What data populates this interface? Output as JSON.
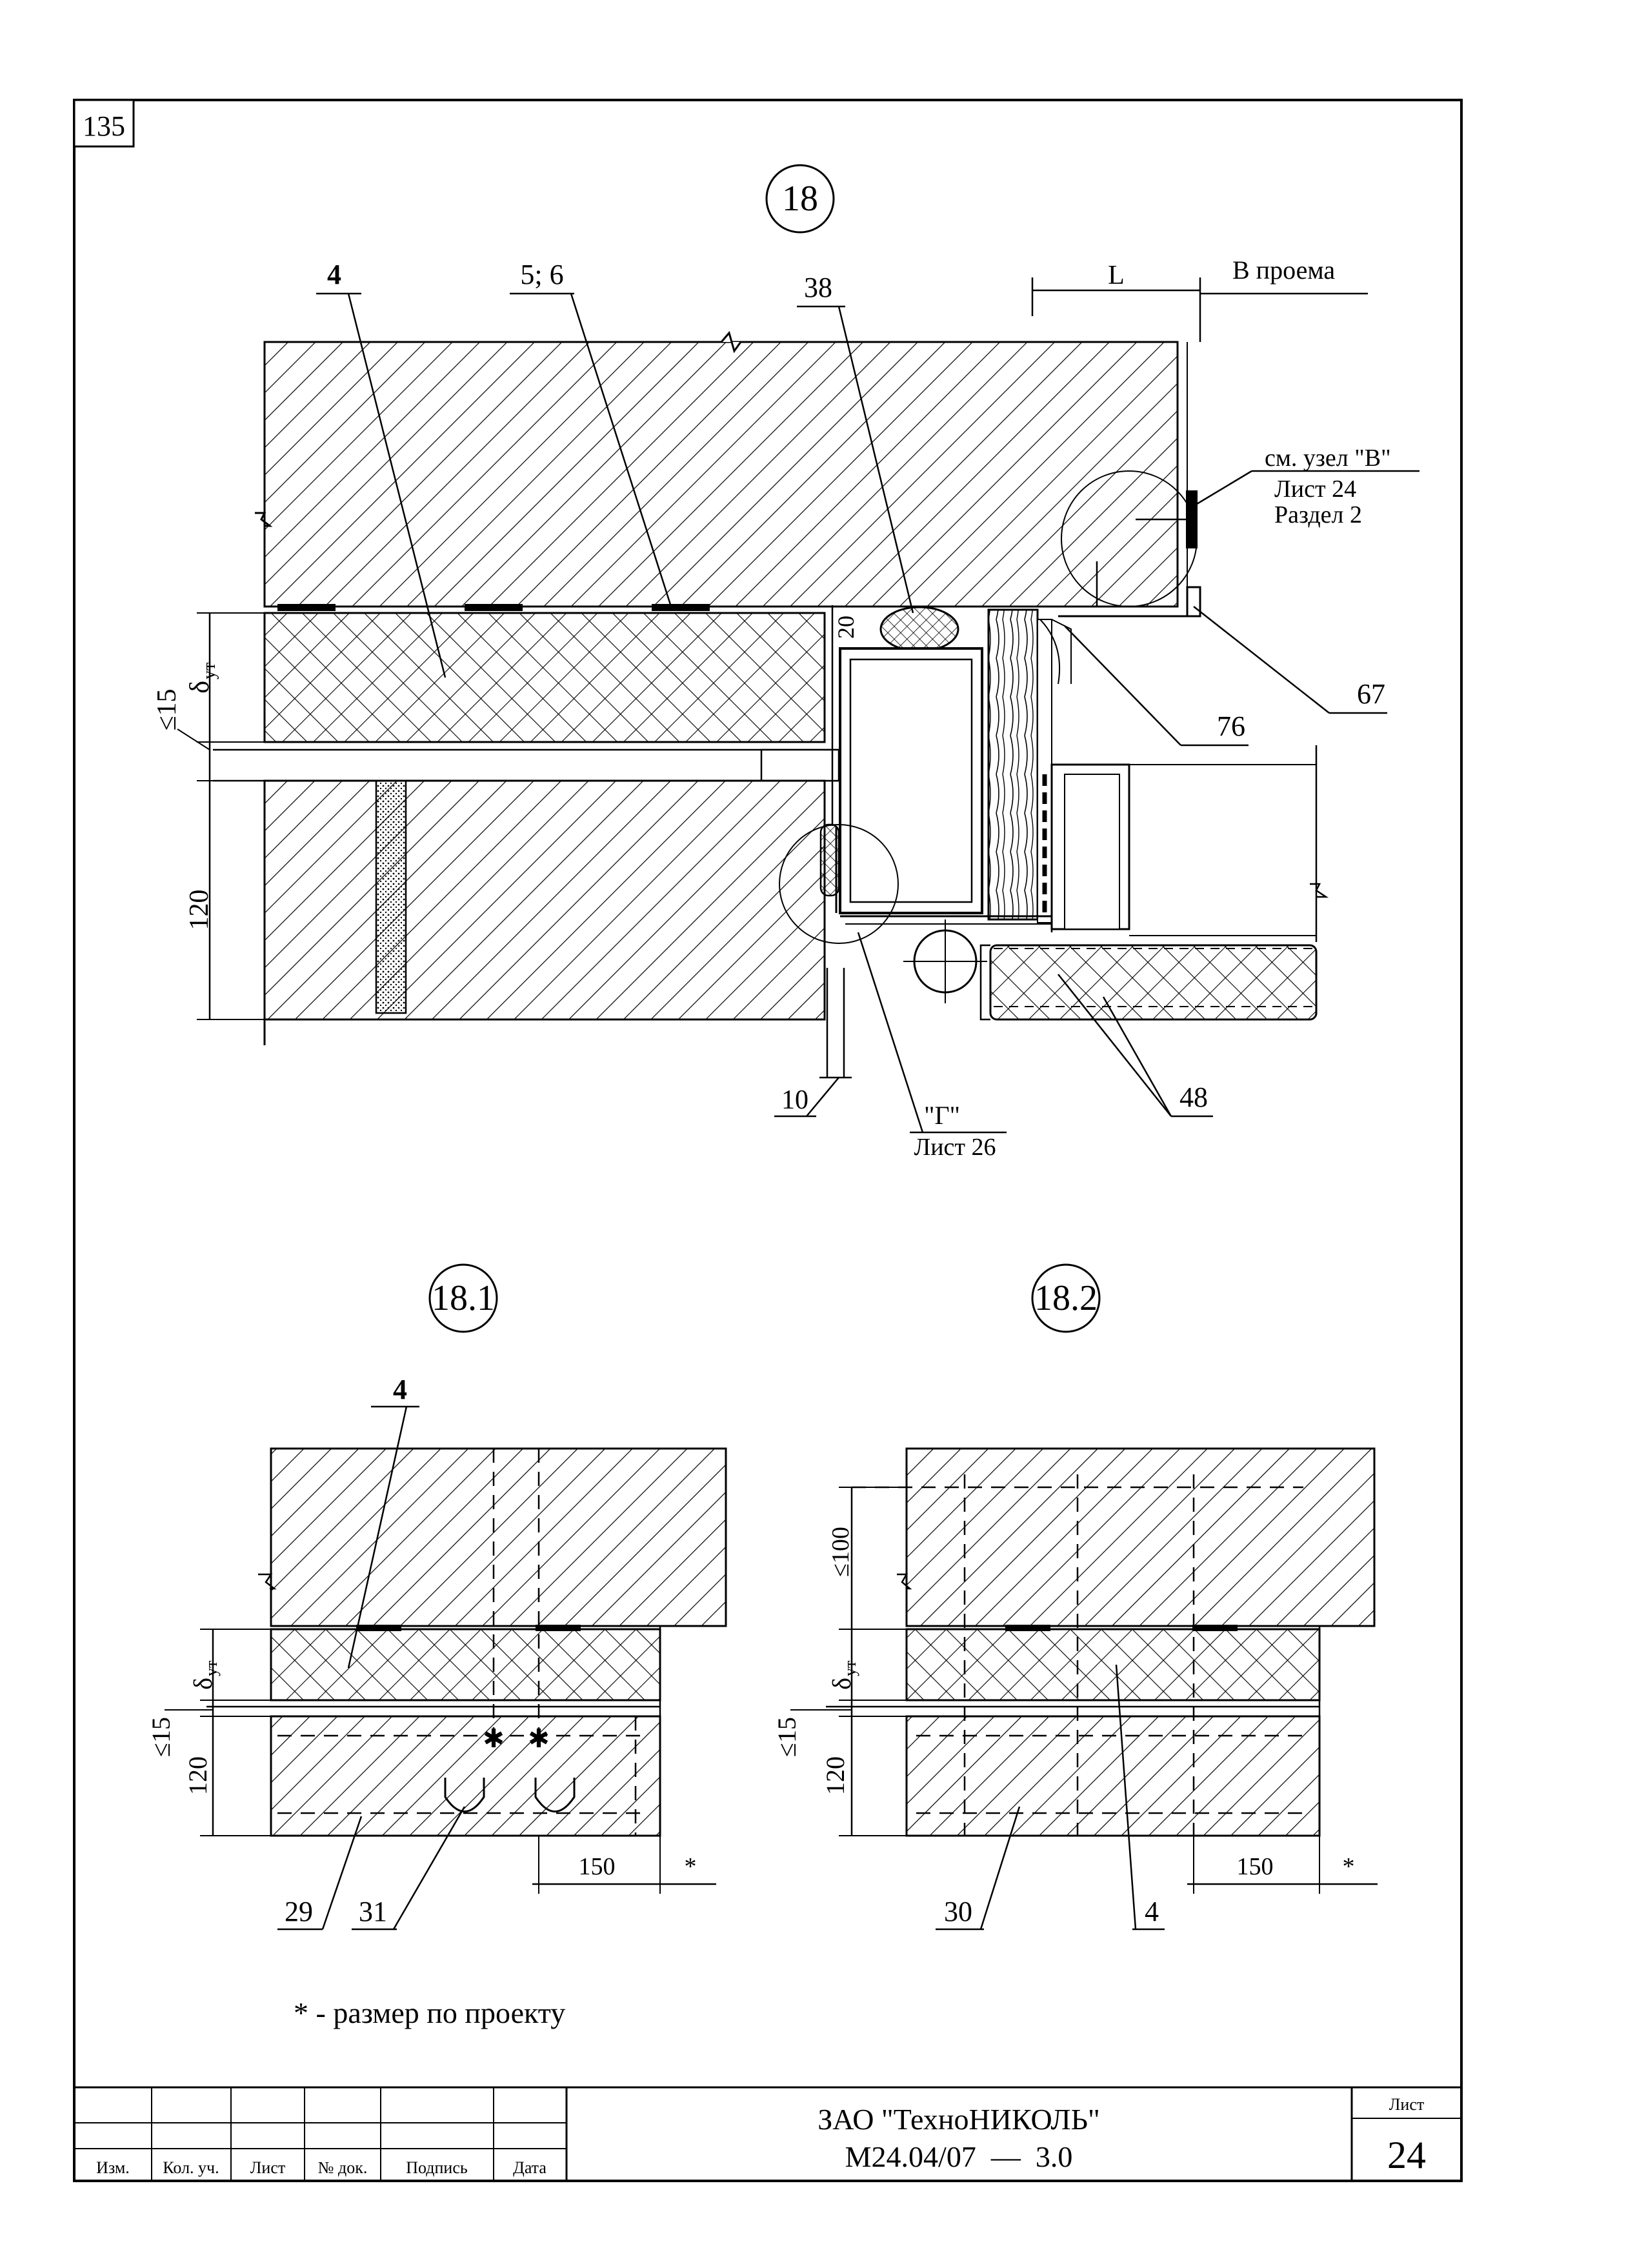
{
  "sheet_corner_number": "135",
  "details": {
    "main": {
      "id": "18",
      "label_4": "4",
      "label_5_6": "5; 6",
      "label_38": "38",
      "label_L": "L",
      "label_opening": "В проема",
      "note_line1": "см. узел \"В\"",
      "note_line2": "Лист 24",
      "note_line3": "Раздел 2",
      "label_67": "67",
      "label_76": "76",
      "label_48": "48",
      "label_10": "10",
      "label_20": "20",
      "dim_le15": "≤15",
      "dim_delta_main": "δ",
      "dim_delta_sub": "ут",
      "dim_120": "120",
      "ref_G_line1": "\"Г\"",
      "ref_G_line2": "Лист 26"
    },
    "d181": {
      "id": "18.1",
      "label_4": "4",
      "dim_delta_main": "δ",
      "dim_delta_sub": "ут",
      "dim_le15": "≤15",
      "dim_120": "120",
      "dim_150": "150",
      "dim_star": "*",
      "label_29": "29",
      "label_31": "31"
    },
    "d182": {
      "id": "18.2",
      "dim_le100": "≤100",
      "dim_delta_main": "δ",
      "dim_delta_sub": "ут",
      "dim_le15": "≤15",
      "dim_120": "120",
      "dim_150": "150",
      "dim_star": "*",
      "label_30": "30",
      "label_4": "4"
    }
  },
  "footnote": "* - размер по проекту",
  "title_block": {
    "col_izm": "Изм.",
    "col_kol": "Кол. уч.",
    "col_list": "Лист",
    "col_ndok": "№ док.",
    "col_podpis": "Подпись",
    "col_data": "Дата",
    "company": "ЗАО \"ТехноНИКОЛЬ\"",
    "doc_code": "М24.04/07  —  3.0",
    "sheet_label": "Лист",
    "sheet_number": "24"
  }
}
